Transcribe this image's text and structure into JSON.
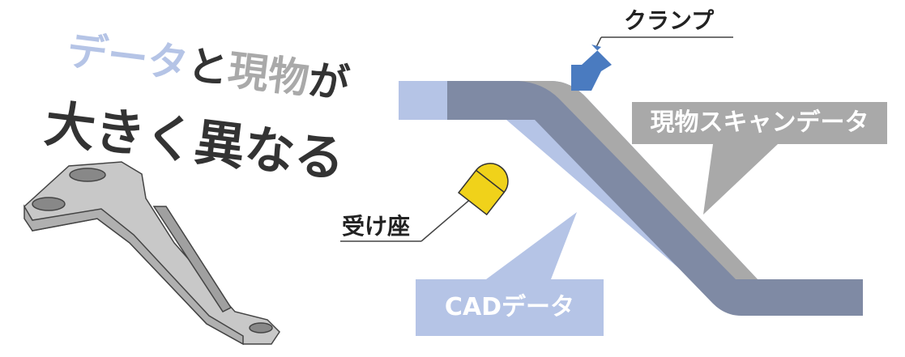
{
  "headline": {
    "line1_part1": "データ",
    "line1_part2": "と",
    "line1_part3": "現物",
    "line1_part4": "が",
    "line2": "大きく異なる"
  },
  "labels": {
    "clamp": "クランプ",
    "scan_data": "現物スキャンデータ",
    "seat": "受け座",
    "cad_data": "CADデータ"
  },
  "colors": {
    "cad": "#b5c4e6",
    "scan": "#a9a9a9",
    "overlap": "#7f8aa4",
    "clamp_arrow": "#4a7bc0",
    "seat": "#f0d21a",
    "text_dark": "#333333"
  }
}
